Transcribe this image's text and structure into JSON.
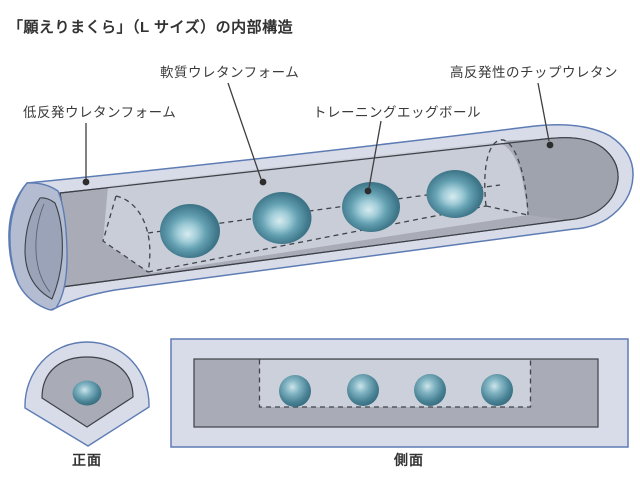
{
  "title": "「願えりまくら」（L サイズ）の内部構造",
  "labels": {
    "low_resilience_foam": "低反発ウレタンフォーム",
    "soft_urethane_foam": "軟質ウレタンフォーム",
    "training_egg_ball": "トレーニングエッグボール",
    "high_resilience_chip": "高反発性のチップウレタン"
  },
  "captions": {
    "front_view": "正面",
    "side_view": "側面"
  },
  "colors": {
    "outer_shell_lavender": "#d8dce8",
    "shell_outline_blue": "#5e7cb4",
    "inner_foam_gray": "#a9acb6",
    "chamber_light_gray": "#c9cdd7",
    "chip_urethane_gray": "#9ea3ae",
    "end_cap_blue_gray": "#9aa3b8",
    "ball_teal_dark": "#2f6375",
    "ball_teal_light": "#d7ebf0",
    "line_dark": "#3c4148",
    "text": "#333333"
  },
  "counts": {
    "main_view_balls": 4,
    "side_view_balls": 4,
    "front_view_balls": 1
  }
}
